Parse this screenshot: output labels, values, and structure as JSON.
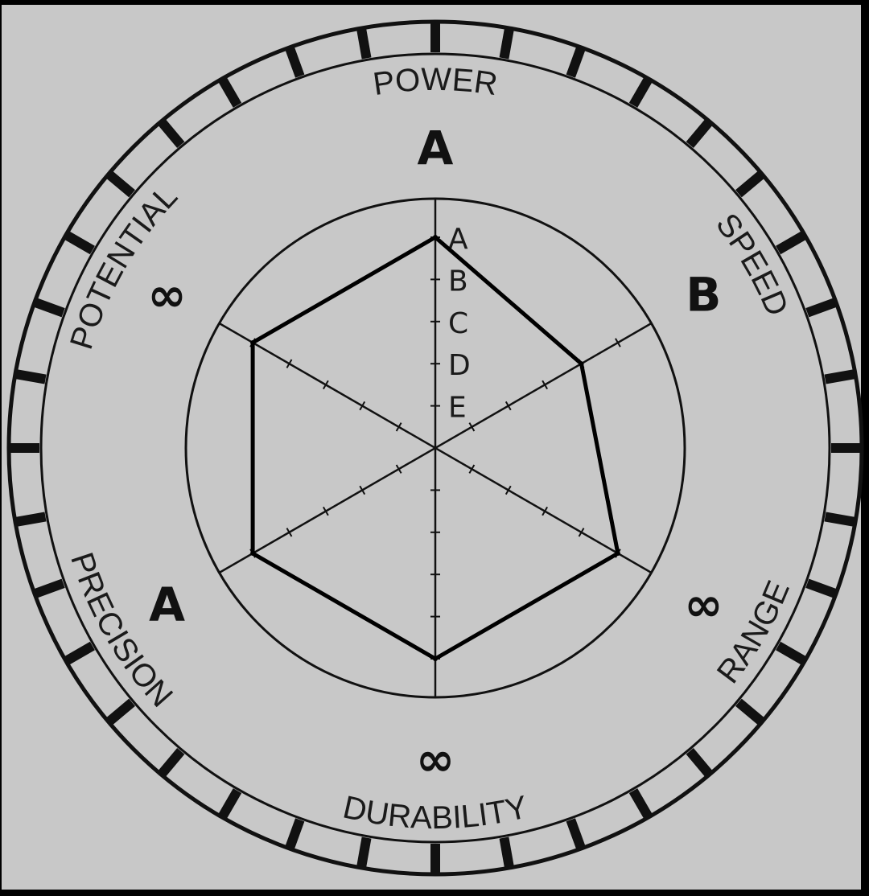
{
  "chart_data": {
    "type": "radar",
    "categories": [
      "POWER",
      "SPEED",
      "RANGE",
      "DURABILITY",
      "PRECISION",
      "POTENTIAL"
    ],
    "grades": [
      "A",
      "B",
      "∞",
      "∞",
      "A",
      "∞"
    ],
    "scale": [
      "A",
      "B",
      "C",
      "D",
      "E"
    ],
    "values": [
      5,
      4,
      5,
      5,
      5,
      5
    ],
    "grade_scale": {
      "E": 1,
      "D": 2,
      "C": 3,
      "B": 4,
      "A": 5,
      "∞": 5
    }
  },
  "colors": {
    "background": "#c8c8c8",
    "frame": "#000000",
    "ink": "#111111"
  }
}
